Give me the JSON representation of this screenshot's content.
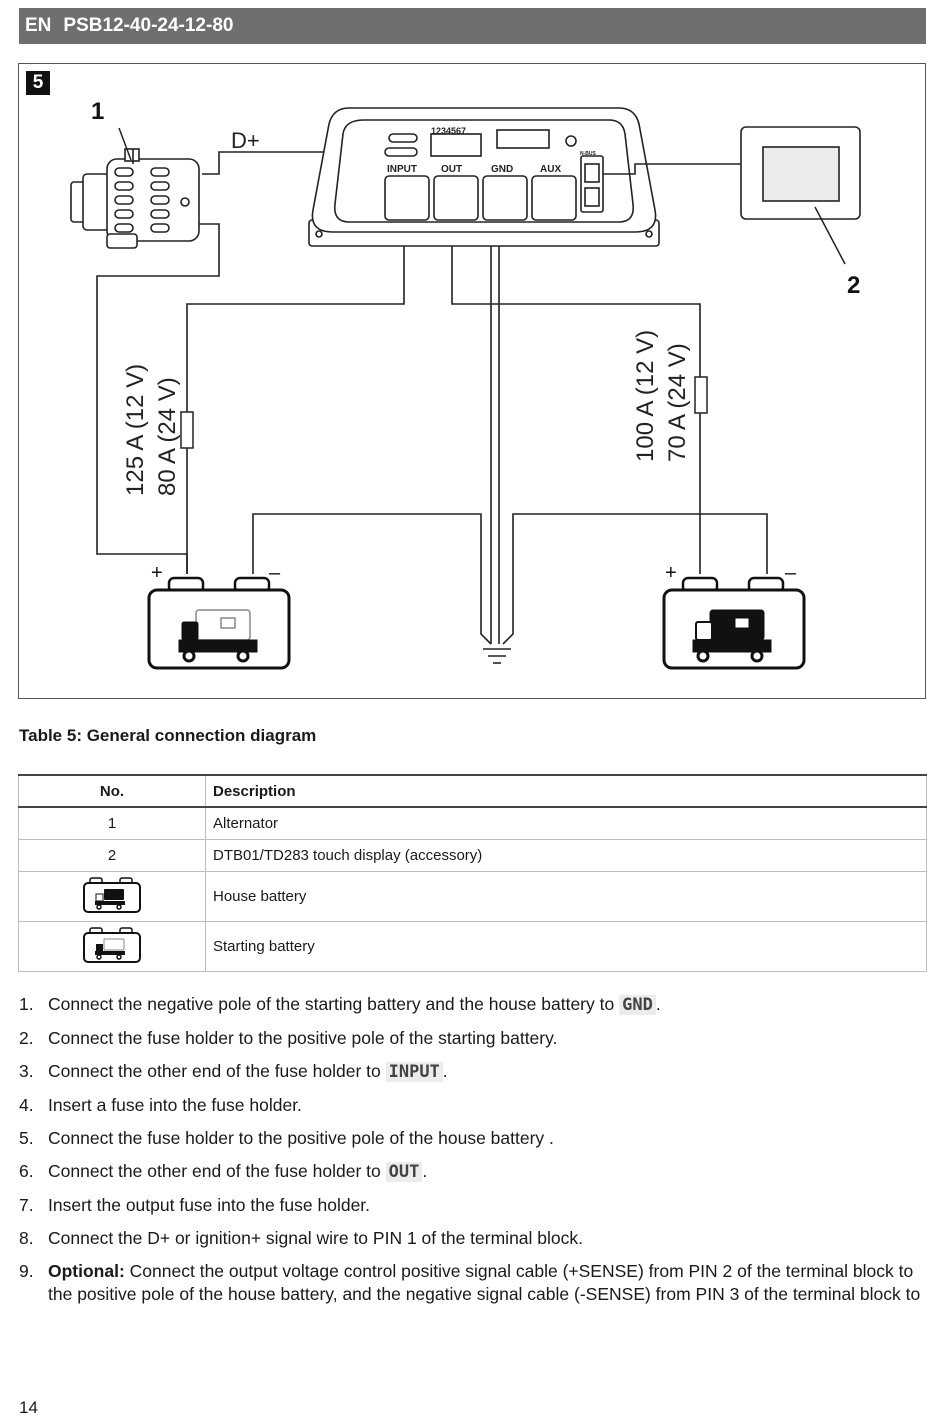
{
  "header": {
    "lang": "EN",
    "model": "PSB12-40-24-12-80"
  },
  "figure": {
    "number": "5",
    "labels": {
      "callout_1": "1",
      "callout_2": "2",
      "d_plus": "D+",
      "fuse_left_line1": "125 A (12 V)",
      "fuse_left_line2": "80 A (24 V)",
      "fuse_right_line1": "100 A (12 V)",
      "fuse_right_line2": "70 A (24 V)",
      "terminal_input": "INPUT",
      "terminal_out": "OUT",
      "terminal_gnd": "GND",
      "terminal_aux": "AUX",
      "pins": "1234567",
      "nbus": "N-BUS",
      "plus": "+",
      "minus": "–"
    }
  },
  "caption": "Table 5: General connection diagram",
  "legend_table": {
    "headers": [
      "No.",
      "Description"
    ],
    "rows": [
      {
        "no": "1",
        "icon": "",
        "description": "Alternator"
      },
      {
        "no": "2",
        "icon": "",
        "description": "DTB01/TD283 touch display (accessory)"
      },
      {
        "no": "",
        "icon": "house-battery-icon",
        "description": "House battery"
      },
      {
        "no": "",
        "icon": "starting-battery-icon",
        "description": "Starting battery"
      }
    ]
  },
  "steps": [
    {
      "num": "1.",
      "text": "Connect the negative pole of the starting battery and the house battery to",
      "code": "GND",
      "after": "."
    },
    {
      "num": "2.",
      "text": "Connect the fuse holder to the positive pole of the starting battery."
    },
    {
      "num": "3.",
      "text": "Connect the other end of the fuse holder to",
      "code": "INPUT",
      "after": "."
    },
    {
      "num": "4.",
      "text": "Insert a fuse into the fuse holder."
    },
    {
      "num": "5.",
      "text": "Connect the fuse holder to the positive pole of the house battery ."
    },
    {
      "num": "6.",
      "text": "Connect the other end of the fuse holder to",
      "code": "OUT",
      "after": "."
    },
    {
      "num": "7.",
      "text": "Insert the output fuse into the fuse holder."
    },
    {
      "num": "8.",
      "text": "Connect the D+ or ignition+ signal wire to PIN 1 of the terminal block."
    },
    {
      "num": "9.",
      "bold": "Optional:",
      "text": "Connect the output voltage control positive signal cable (+SENSE) from PIN 2 of the terminal block to the positive pole of the house battery, and the negative signal cable (-SENSE) from PIN 3 of the terminal block to"
    }
  ],
  "page_number": "14"
}
